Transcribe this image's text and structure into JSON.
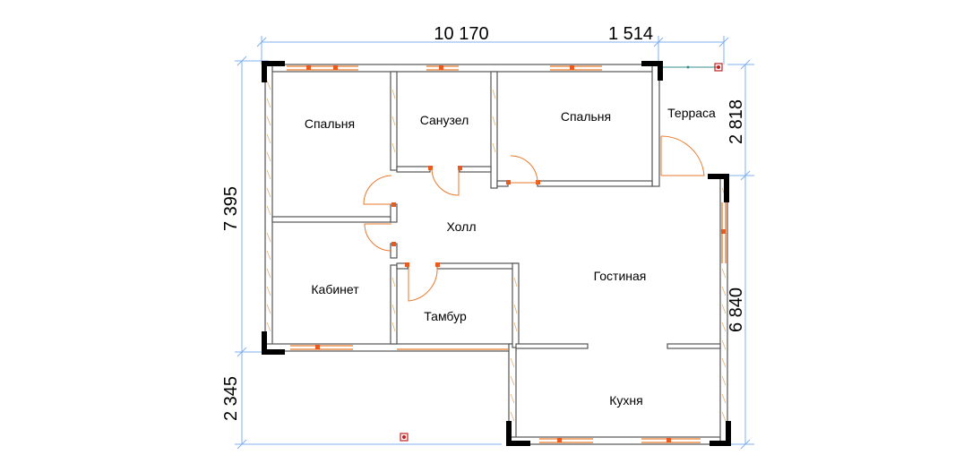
{
  "plan": {
    "rooms": [
      {
        "key": "bedroom1",
        "label": "Спальня"
      },
      {
        "key": "bathroom",
        "label": "Санузел"
      },
      {
        "key": "bedroom2",
        "label": "Спальня"
      },
      {
        "key": "terrace",
        "label": "Терраса"
      },
      {
        "key": "hall",
        "label": "Холл"
      },
      {
        "key": "living",
        "label": "Гостиная"
      },
      {
        "key": "office",
        "label": "Кабинет"
      },
      {
        "key": "vestibule",
        "label": "Тамбур"
      },
      {
        "key": "kitchen",
        "label": "Кухня"
      }
    ],
    "dimensions": {
      "top_main": "10 170",
      "top_terrace": "1 514",
      "left_height": "7 395",
      "left_lower": "2 345",
      "right_terrace": "2 818",
      "right_main": "6 840"
    },
    "colors": {
      "wall_outline": "#555555",
      "window": "#e87a2c",
      "dimension": "#7fb0f0",
      "corner_post": "#000000",
      "hatch": "#e3b070"
    }
  }
}
